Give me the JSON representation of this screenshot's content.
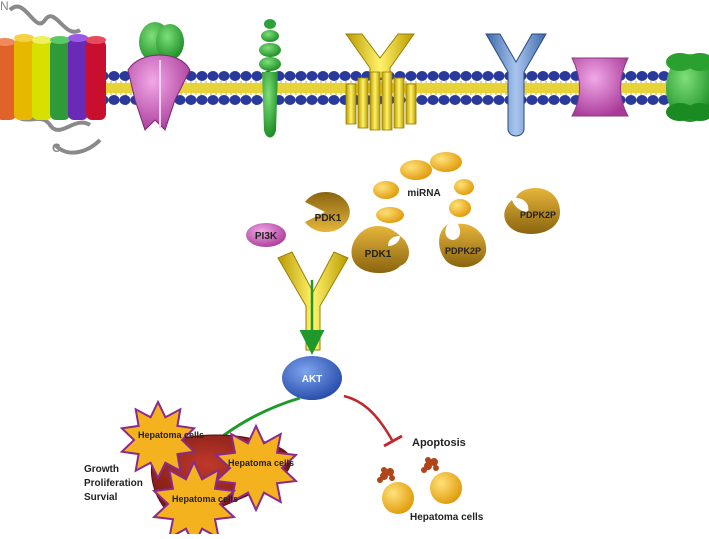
{
  "membrane": {
    "terminal_n": "N",
    "terminal_c": "C"
  },
  "pathway": {
    "pi3k": "PI3K",
    "pdk1_top": "PDK1",
    "pdk1_bottom": "PDK1",
    "mirna": "miRNA",
    "pdpk2p_left": "PDPK2P",
    "pdpk2p_right": "PDPK2P",
    "akt": "AKT"
  },
  "outcomes": {
    "apoptosis": "Apoptosis",
    "hepatoma_cells_caption": "Hepatoma cells",
    "growth": "Growth",
    "proliferation": "Proliferation",
    "survival": "Survial",
    "liver_cell_top": "Hepatoma cells",
    "liver_cell_right": "Hepatoma cells",
    "liver_cell_bottom": "Hepatoma cells"
  },
  "colors": {
    "membrane_head": "#2a3a9c",
    "membrane_tail": "#e8d23a",
    "akt": "#3a66c8",
    "pdk": "#b8860b",
    "mirna": "#f5b21f",
    "pi3k": "#c84fb4",
    "activation_arrow": "#1f9a2a",
    "inhibition": "#c0282d",
    "liver": "#8b1a1a",
    "star": "#f5b21f"
  }
}
